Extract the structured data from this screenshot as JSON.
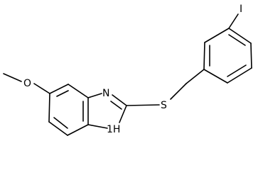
{
  "molecule": {
    "atoms": {
      "methoxy_o": "O",
      "imidazole_n": "N",
      "imidazole_nh": "1H",
      "thioether_s": "S",
      "iodine": "I"
    }
  }
}
